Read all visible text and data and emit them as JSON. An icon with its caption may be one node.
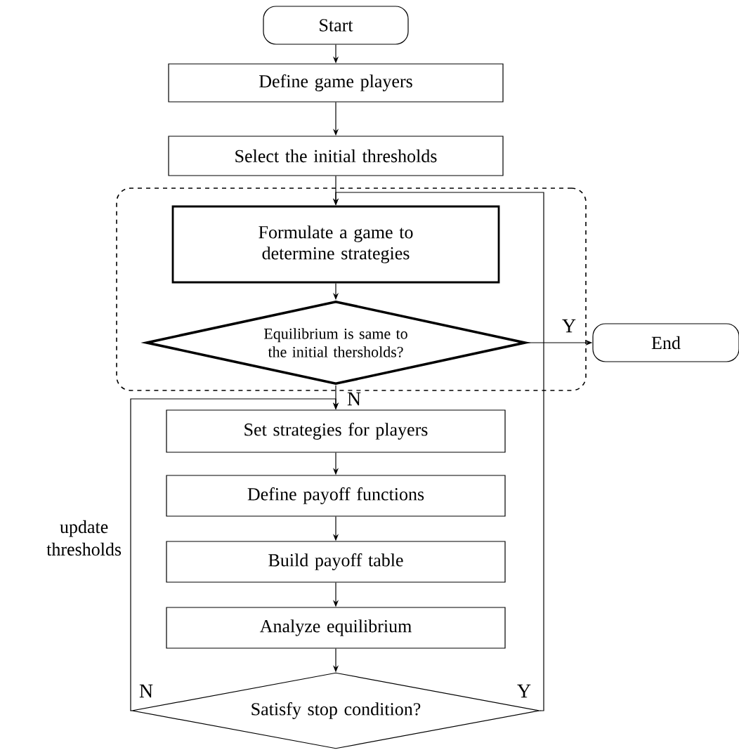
{
  "diagram": {
    "nodes": [
      {
        "text": [
          "Start"
        ]
      },
      {
        "text": [
          "Define game players"
        ]
      },
      {
        "text": [
          "Select the initial thresholds"
        ]
      },
      {
        "text": [],
        "shape": "box"
      },
      {
        "text": [
          "Formulate a game to determine strategies"
        ],
        "in": 3
      },
      {
        "text": [
          "Equilibrium is same to the initial thersholds?"
        ],
        "in": 3
      },
      {
        "text": [
          "End"
        ]
      },
      {
        "text": [
          "Set strategies for players"
        ]
      },
      {
        "text": [
          "Define payoff functions"
        ]
      },
      {
        "text": [
          "Build payoff table"
        ]
      },
      {
        "text": [
          "Analyze equilibrium"
        ]
      },
      {
        "text": [
          "Satisfy stop condition?"
        ]
      }
    ],
    "edges": [
      {
        "from": 0,
        "to": 1,
        "arrow": "to"
      },
      {
        "from": 1,
        "to": 2,
        "arrow": "to"
      },
      {
        "from": 2,
        "to": 4,
        "arrow": "to"
      },
      {
        "from": 4,
        "to": 5,
        "arrow": "to"
      },
      {
        "from": 5,
        "to": 6,
        "arrow": "to",
        "label": "Y"
      },
      {
        "from": 5,
        "to": 7,
        "arrow": "to",
        "label": "N"
      },
      {
        "from": 7,
        "to": 8,
        "arrow": "to"
      },
      {
        "from": 8,
        "to": 9,
        "arrow": "to"
      },
      {
        "from": 9,
        "to": 10,
        "arrow": "to"
      },
      {
        "from": 10,
        "to": 11,
        "arrow": "to"
      },
      {
        "from": 11,
        "to": 7,
        "arrow": "to",
        "label": "N"
      },
      {
        "from": 11,
        "to": 4,
        "arrow": "to",
        "label": "Y"
      }
    ],
    "labels": [
      "update thresholds"
    ]
  }
}
